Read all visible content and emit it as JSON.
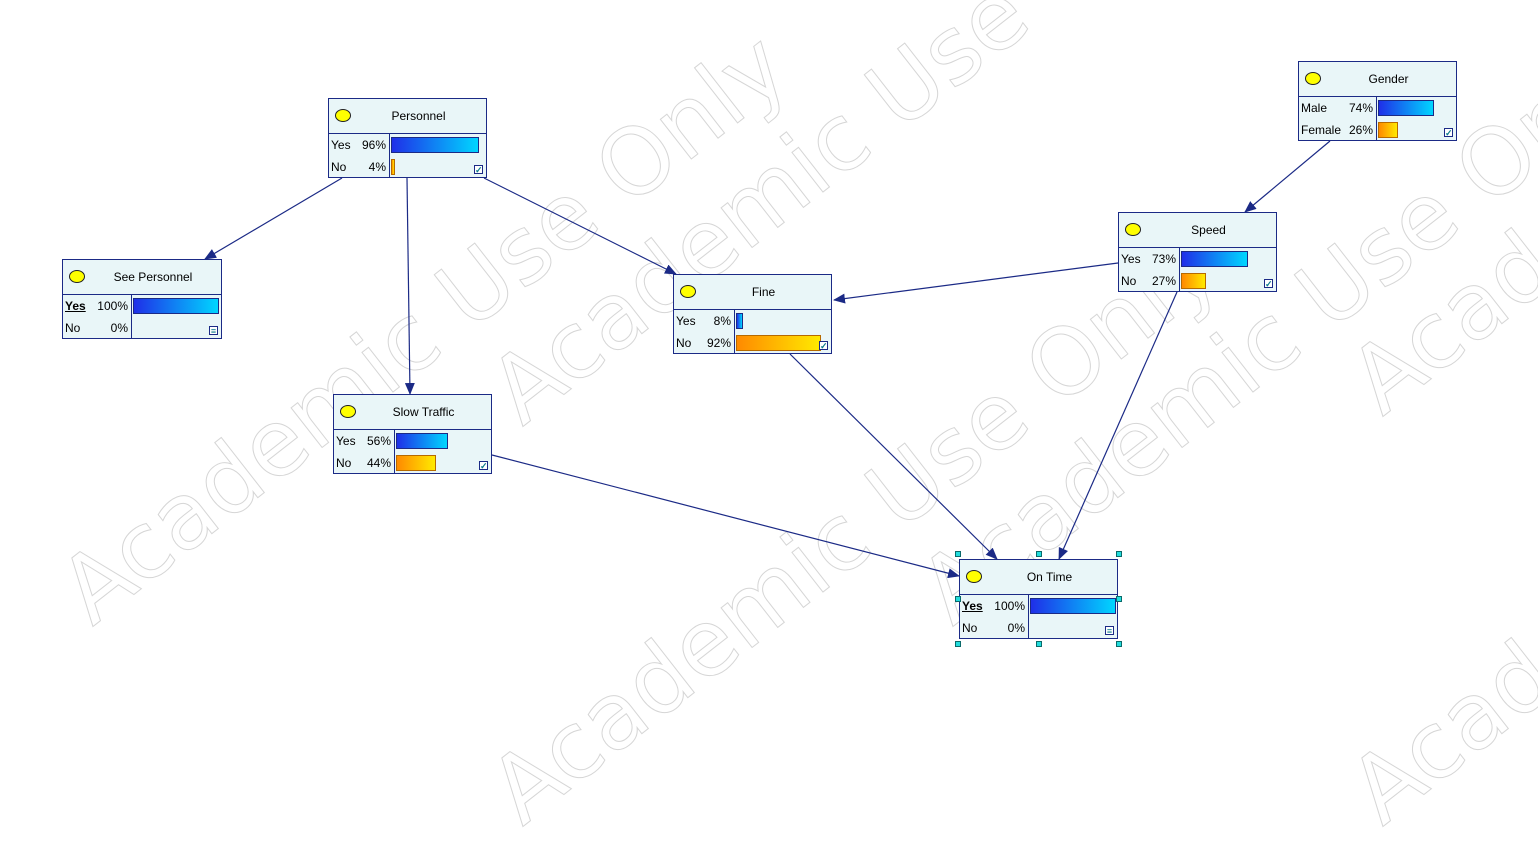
{
  "nodes": {
    "personnel": {
      "title": "Personnel",
      "states": [
        {
          "label": "Yes",
          "pct": "96%",
          "value": 0.96,
          "color": "blue"
        },
        {
          "label": "No",
          "pct": "4%",
          "value": 0.04,
          "color": "orange"
        }
      ]
    },
    "see_personnel": {
      "title": "See Personnel",
      "states": [
        {
          "label": "Yes",
          "pct": "100%",
          "value": 1.0,
          "color": "blue",
          "evidence": true
        },
        {
          "label": "No",
          "pct": "0%",
          "value": 0.0,
          "color": "orange"
        }
      ]
    },
    "slow_traffic": {
      "title": "Slow Traffic",
      "states": [
        {
          "label": "Yes",
          "pct": "56%",
          "value": 0.56,
          "color": "blue"
        },
        {
          "label": "No",
          "pct": "44%",
          "value": 0.44,
          "color": "orange"
        }
      ]
    },
    "fine": {
      "title": "Fine",
      "states": [
        {
          "label": "Yes",
          "pct": "8%",
          "value": 0.08,
          "color": "blue"
        },
        {
          "label": "No",
          "pct": "92%",
          "value": 0.92,
          "color": "orange"
        }
      ]
    },
    "gender": {
      "title": "Gender",
      "states": [
        {
          "label": "Male",
          "pct": "74%",
          "value": 0.74,
          "color": "blue"
        },
        {
          "label": "Female",
          "pct": "26%",
          "value": 0.26,
          "color": "orange"
        }
      ]
    },
    "speed": {
      "title": "Speed",
      "states": [
        {
          "label": "Yes",
          "pct": "73%",
          "value": 0.73,
          "color": "blue"
        },
        {
          "label": "No",
          "pct": "27%",
          "value": 0.27,
          "color": "orange"
        }
      ]
    },
    "on_time": {
      "title": "On Time",
      "states": [
        {
          "label": "Yes",
          "pct": "100%",
          "value": 1.0,
          "color": "blue",
          "evidence": true
        },
        {
          "label": "No",
          "pct": "0%",
          "value": 0.0,
          "color": "orange"
        }
      ]
    }
  },
  "edges": [
    [
      "personnel",
      "see_personnel"
    ],
    [
      "personnel",
      "slow_traffic"
    ],
    [
      "personnel",
      "fine"
    ],
    [
      "speed",
      "fine"
    ],
    [
      "gender",
      "speed"
    ],
    [
      "slow_traffic",
      "on_time"
    ],
    [
      "fine",
      "on_time"
    ],
    [
      "speed",
      "on_time"
    ]
  ],
  "watermark": "Academic Use Only",
  "colors": {
    "node_bg": "#e9f6f8",
    "border": "#1b2a86",
    "edge": "#1b2a86",
    "oval": "#ffff00"
  }
}
